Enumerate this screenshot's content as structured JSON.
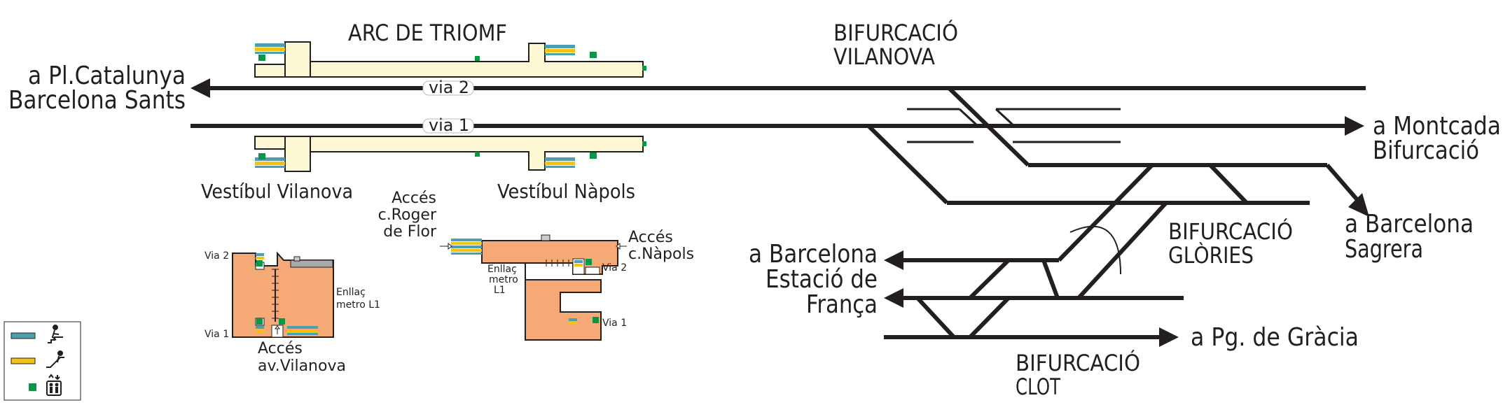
{
  "stations": {
    "arc_de_triomf": "ARC DE TRIOMF",
    "bif_vilanova_1": "BIFURCACIÓ",
    "bif_vilanova_2": "VILANOVA",
    "bif_glories_1": "BIFURCACIÓ",
    "bif_glories_2": "GLÒRIES",
    "bif_clot_1": "BIFURCACIÓ",
    "bif_clot_2": "CLOT"
  },
  "tracks": {
    "via2": "via 2",
    "via1": "via 1"
  },
  "destinations": {
    "catalunya_1": "a Pl.Catalunya",
    "catalunya_2": "Barcelona Sants",
    "montcada_1": "a Montcada",
    "montcada_2": "Bifurcació",
    "sagrera_1": "a Barcelona",
    "sagrera_2": "Sagrera",
    "franca_1": "a Barcelona",
    "franca_2": "Estació de",
    "franca_3": "França",
    "gracia": "a Pg. de Gràcia"
  },
  "vestibules": {
    "vilanova": "Vestíbul Vilanova",
    "napols": "Vestíbul Nàpols"
  },
  "vilanova_detail": {
    "via2": "Via 2",
    "via1": "Via 1",
    "enllac_1": "Enllaç",
    "enllac_2": "metro L1",
    "acces_1": "Accés",
    "acces_2": "av.Vilanova"
  },
  "napols_detail": {
    "roger_1": "Accés",
    "roger_2": "c.Roger",
    "roger_3": "de Flor",
    "napols_1": "Accés",
    "napols_2": "c.Nàpols",
    "enllac_1": "Enllaç",
    "enllac_2": "metro",
    "enllac_3": "L1",
    "via2": "Via 2",
    "via1": "Via 1"
  },
  "legend": [
    {
      "symbol": "stairs",
      "icon": "walking-stairs-icon"
    },
    {
      "symbol": "escalator",
      "icon": "escalator-icon"
    },
    {
      "symbol": "lift",
      "icon": "elevator-icon"
    }
  ],
  "colors": {
    "track": "#231f20",
    "platform": "#fdf8d4",
    "platform_stroke": "#231f20",
    "vestibule": "#f4a976",
    "stairs": "#4b9fb0",
    "escalator": "#f4c20f",
    "lift": "#0a9648"
  }
}
